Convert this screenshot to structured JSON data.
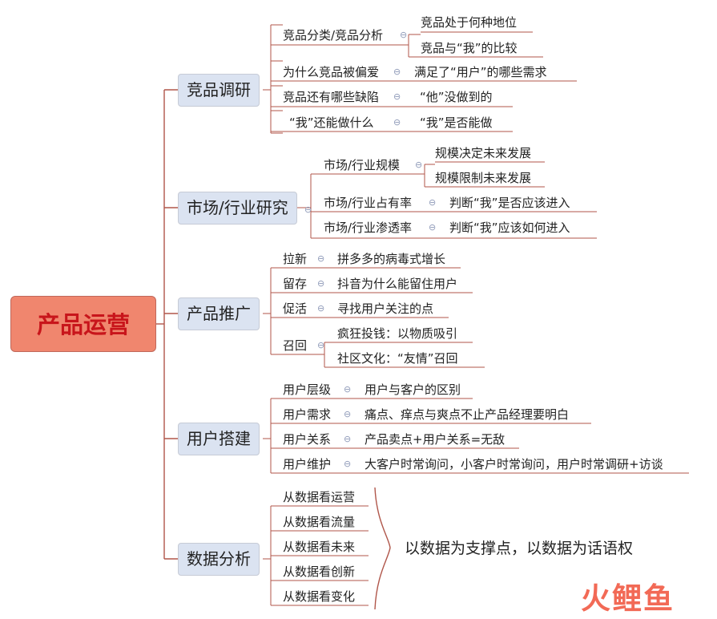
{
  "root": "产品运营",
  "branches": [
    {
      "label": "竞品调研",
      "children": [
        {
          "text": "竞品分类/竞品分析",
          "children": [
            "竞品处于何种地位",
            "竞品与“我”的比较"
          ]
        },
        {
          "text": "为什么竞品被偏爱",
          "children": [
            "满足了“用户”的哪些需求"
          ]
        },
        {
          "text": "竞品还有哪些缺陷",
          "children": [
            "“他”没做到的"
          ]
        },
        {
          "text": "“我”还能做什么",
          "children": [
            "“我”是否能做"
          ]
        }
      ]
    },
    {
      "label": "市场/行业研究",
      "children": [
        {
          "text": "市场/行业规模",
          "children": [
            "规模决定未来发展",
            "规模限制未来发展"
          ]
        },
        {
          "text": "市场/行业占有率",
          "children": [
            "判断“我”是否应该进入"
          ]
        },
        {
          "text": "市场/行业渗透率",
          "children": [
            "判断“我”应该如何进入"
          ]
        }
      ]
    },
    {
      "label": "产品推广",
      "children": [
        {
          "text": "拉新",
          "children": [
            "拼多多的病毒式增长"
          ]
        },
        {
          "text": "留存",
          "children": [
            "抖音为什么能留住用户"
          ]
        },
        {
          "text": "促活",
          "children": [
            "寻找用户关注的点"
          ]
        },
        {
          "text": "召回",
          "children": [
            "疯狂投钱：以物质吸引",
            "社区文化：“友情”召回"
          ]
        }
      ]
    },
    {
      "label": "用户搭建",
      "children": [
        {
          "text": "用户层级",
          "children": [
            "用户与客户的区别"
          ]
        },
        {
          "text": "用户需求",
          "children": [
            "痛点、痒点与爽点不止产品经理要明白"
          ]
        },
        {
          "text": "用户关系",
          "children": [
            "产品卖点+用户关系=无敌"
          ]
        },
        {
          "text": "用户维护",
          "children": [
            "大客户时常询问，小客户时常询问，用户时常调研+访谈"
          ]
        }
      ]
    },
    {
      "label": "数据分析",
      "children": [
        {
          "text": "从数据看运营",
          "children": []
        },
        {
          "text": "从数据看流量",
          "children": []
        },
        {
          "text": "从数据看未来",
          "children": []
        },
        {
          "text": "从数据看创新",
          "children": []
        },
        {
          "text": "从数据看变化",
          "children": []
        }
      ],
      "summary": "以数据为支撑点，以数据为话语权"
    }
  ],
  "collapse_symbol": "⊖",
  "watermark": "火鲤鱼",
  "colors": {
    "line": "#b0564a",
    "root_fill": "#f0866e",
    "root_text": "#c8151b",
    "main_fill": "#dbe3f1",
    "collapse": "#8b97b6"
  }
}
